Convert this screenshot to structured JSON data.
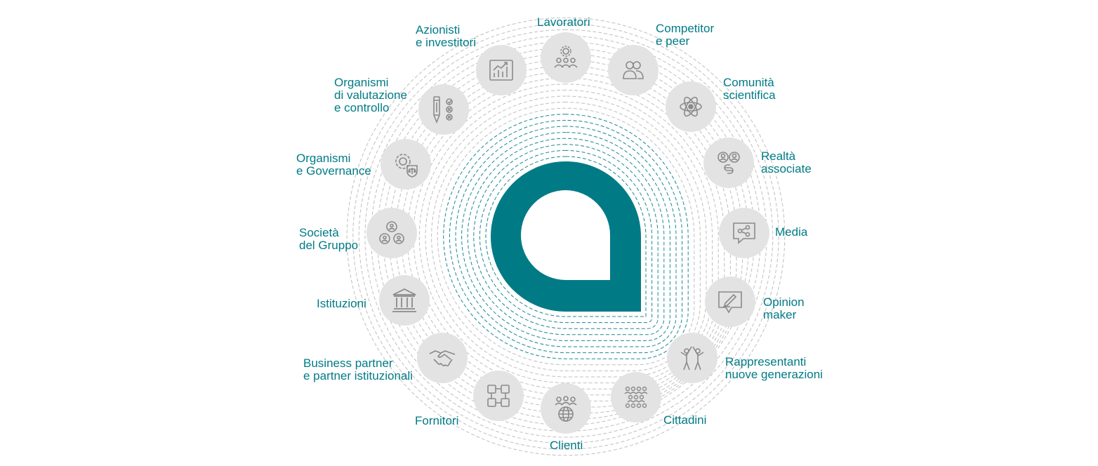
{
  "colors": {
    "accent": "#007b86",
    "node_fill": "#e3e3e3",
    "icon_stroke": "#8a8a8a",
    "ring_stroke": "#8a8a8a"
  },
  "logo": {
    "name": "drop-logo",
    "color": "#007b86"
  },
  "stakeholders": [
    {
      "id": "lavoratori",
      "label": "Lavoratori",
      "icon": "workers-gear-icon"
    },
    {
      "id": "competitor",
      "label": "Competitor\ne peer",
      "icon": "peers-icon"
    },
    {
      "id": "comunita",
      "label": "Comunità\nscientifica",
      "icon": "atom-icon"
    },
    {
      "id": "realta",
      "label": "Realtà\nassociate",
      "icon": "linked-people-icon"
    },
    {
      "id": "media",
      "label": "Media",
      "icon": "share-bubble-icon"
    },
    {
      "id": "opinion",
      "label": "Opinion\nmaker",
      "icon": "pen-comment-icon"
    },
    {
      "id": "rappresentanti",
      "label": "Rappresentanti\nnuove generazioni",
      "icon": "high-five-icon"
    },
    {
      "id": "cittadini",
      "label": "Cittadini",
      "icon": "crowd-icon"
    },
    {
      "id": "clienti",
      "label": "Clienti",
      "icon": "people-globe-icon"
    },
    {
      "id": "fornitori",
      "label": "Fornitori",
      "icon": "joined-hands-icon"
    },
    {
      "id": "business",
      "label": "Business partner\ne partner istituzionali",
      "icon": "handshake-icon"
    },
    {
      "id": "istituzioni",
      "label": "Istituzioni",
      "icon": "institution-building-icon"
    },
    {
      "id": "societa",
      "label": "Società\ndel Gruppo",
      "icon": "group-network-icon"
    },
    {
      "id": "governance",
      "label": "Organismi\ne Governance",
      "icon": "gear-scale-icon"
    },
    {
      "id": "valutazione",
      "label": "Organismi\ndi valutazione\ne controllo",
      "icon": "pencil-checklist-icon"
    },
    {
      "id": "azionisti",
      "label": "Azionisti\ne investitori",
      "icon": "growth-chart-icon"
    }
  ]
}
